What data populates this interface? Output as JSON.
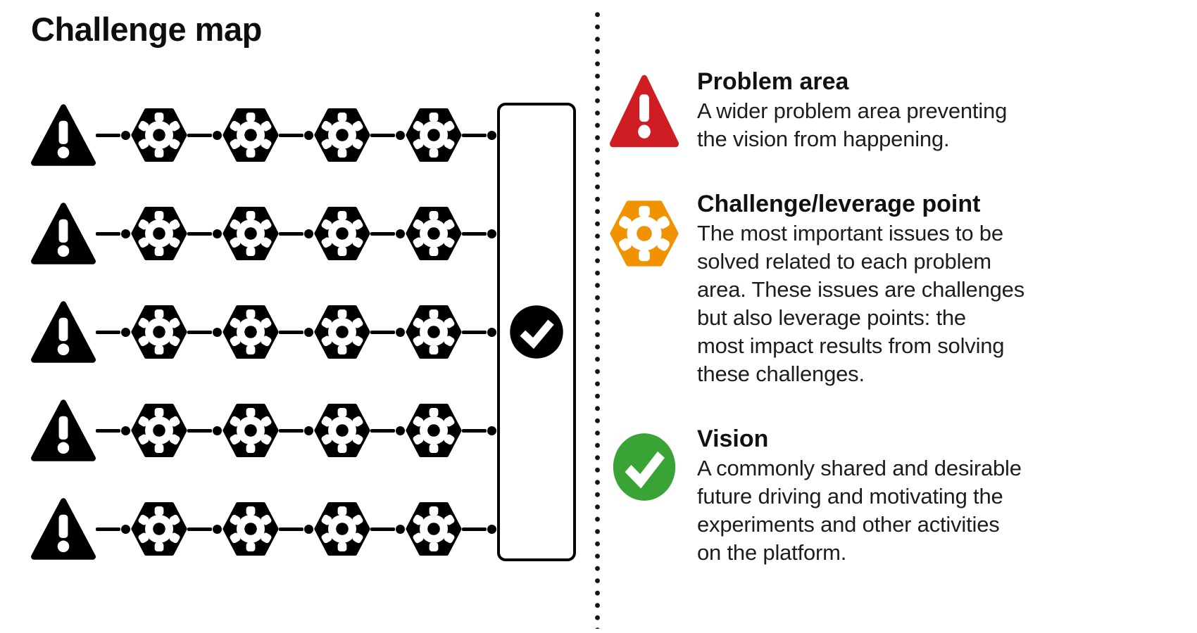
{
  "title": "Challenge map",
  "colors": {
    "icon_black": "#000000",
    "problem_red": "#ce1d23",
    "challenge_orange": "#f19300",
    "vision_green": "#3aa335",
    "text": "#1d1d1b"
  },
  "map": {
    "rows": 5,
    "challenges_per_row": 4,
    "row_structure": [
      "warning-triangle-icon",
      "hexagon-gear-icon",
      "hexagon-gear-icon",
      "hexagon-gear-icon",
      "hexagon-gear-icon",
      "vision-check-box"
    ],
    "connector_icon": "line-dot-connector-icon",
    "vision_icon": "check-circle-icon"
  },
  "legend": [
    {
      "icon": "warning-triangle-icon",
      "icon_color": "#ce1d23",
      "heading": "Problem area",
      "body_lines": [
        "A wider problem area preventing",
        "the vision from happening."
      ]
    },
    {
      "icon": "hexagon-gear-icon",
      "icon_color": "#f19300",
      "heading": "Challenge/leverage point",
      "body_lines": [
        "The most important issues to be",
        "solved related to each problem",
        "area. These issues are challenges",
        "but also leverage points: the",
        "most impact results from solving",
        "these challenges."
      ]
    },
    {
      "icon": "check-circle-icon",
      "icon_color": "#3aa335",
      "heading": "Vision",
      "body_lines": [
        "A commonly shared and desirable",
        "future driving and motivating the",
        "experiments and other activities",
        "on the platform."
      ]
    }
  ]
}
